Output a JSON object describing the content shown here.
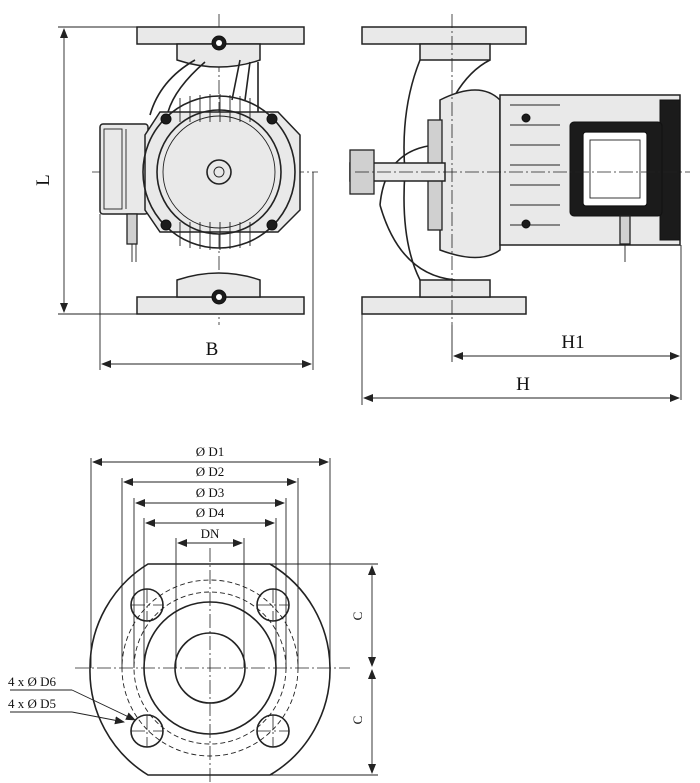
{
  "labels": {
    "L": "L",
    "B": "B",
    "H1": "H1",
    "H": "H",
    "D1": "Ø D1",
    "D2": "Ø D2",
    "D3": "Ø D3",
    "D4": "Ø D4",
    "DN": "DN",
    "C_upper": "C",
    "C_lower": "C",
    "D6": "4 x Ø D6",
    "D5": "4 x Ø D5"
  }
}
